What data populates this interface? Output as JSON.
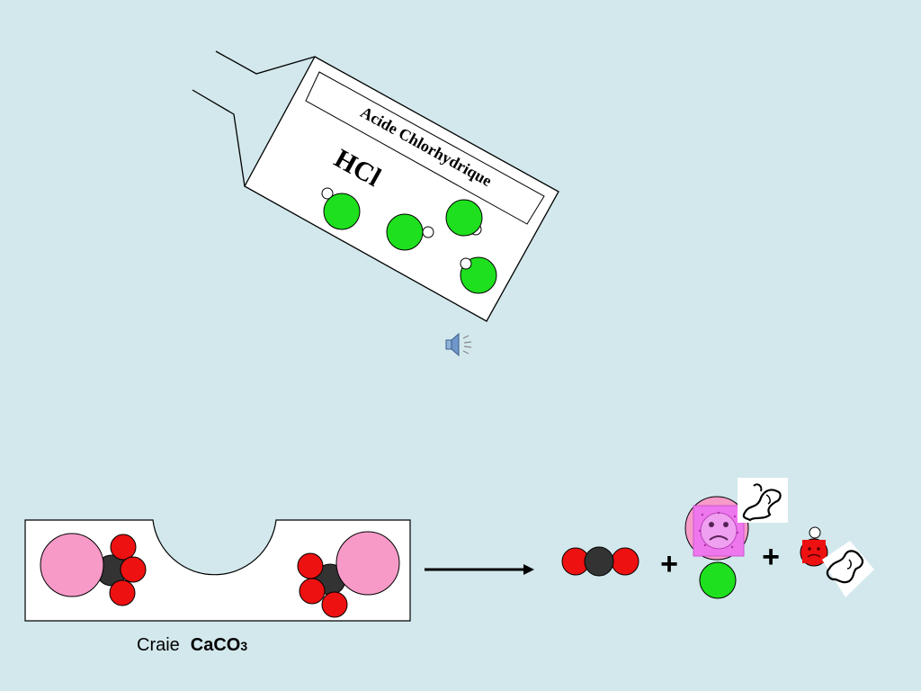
{
  "bottle": {
    "label": "Acide Chlorhydrique",
    "formula": "HCl"
  },
  "speaker_icon": "speaker-icon",
  "caption": {
    "name": "Craie",
    "formula": "CaCO",
    "formula_sub": "3"
  },
  "equation": {
    "plus_1": "+",
    "plus_2": "+"
  },
  "colors": {
    "background": "#d2e8ec",
    "chlorine": "#1ee01e",
    "oxygen": "#ee1111",
    "carbon": "#333333",
    "calcium": "#f79ac8",
    "hydrogen": "#ffffff",
    "face_square": "#ee77ee"
  }
}
